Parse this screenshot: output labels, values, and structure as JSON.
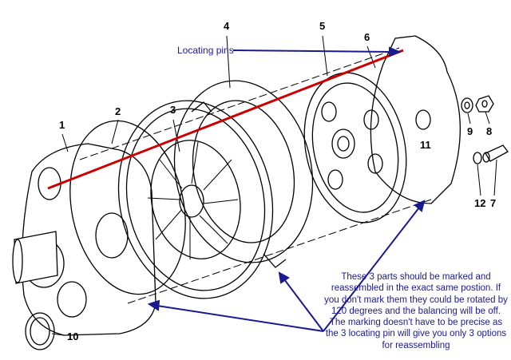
{
  "part_numbers": {
    "p1": "1",
    "p2": "2",
    "p3": "3",
    "p4": "4",
    "p5": "5",
    "p6": "6",
    "p7": "7",
    "p8": "8",
    "p9": "9",
    "p10": "10",
    "p11": "11",
    "p12": "12"
  },
  "annotations": {
    "locating_pins": "Locating pins",
    "note": "These 3 parts should be marked and reassembled in the exact same postion. If you don't mark them they could be rotated by 120 degrees and the balancing will be off. The marking doesn't have to be precise as the 3 locating pin will give you only 3 options for reassembling"
  },
  "colors": {
    "annotation": "#1a1a90",
    "pin_line": "#cc0000",
    "drawing": "#000000"
  }
}
